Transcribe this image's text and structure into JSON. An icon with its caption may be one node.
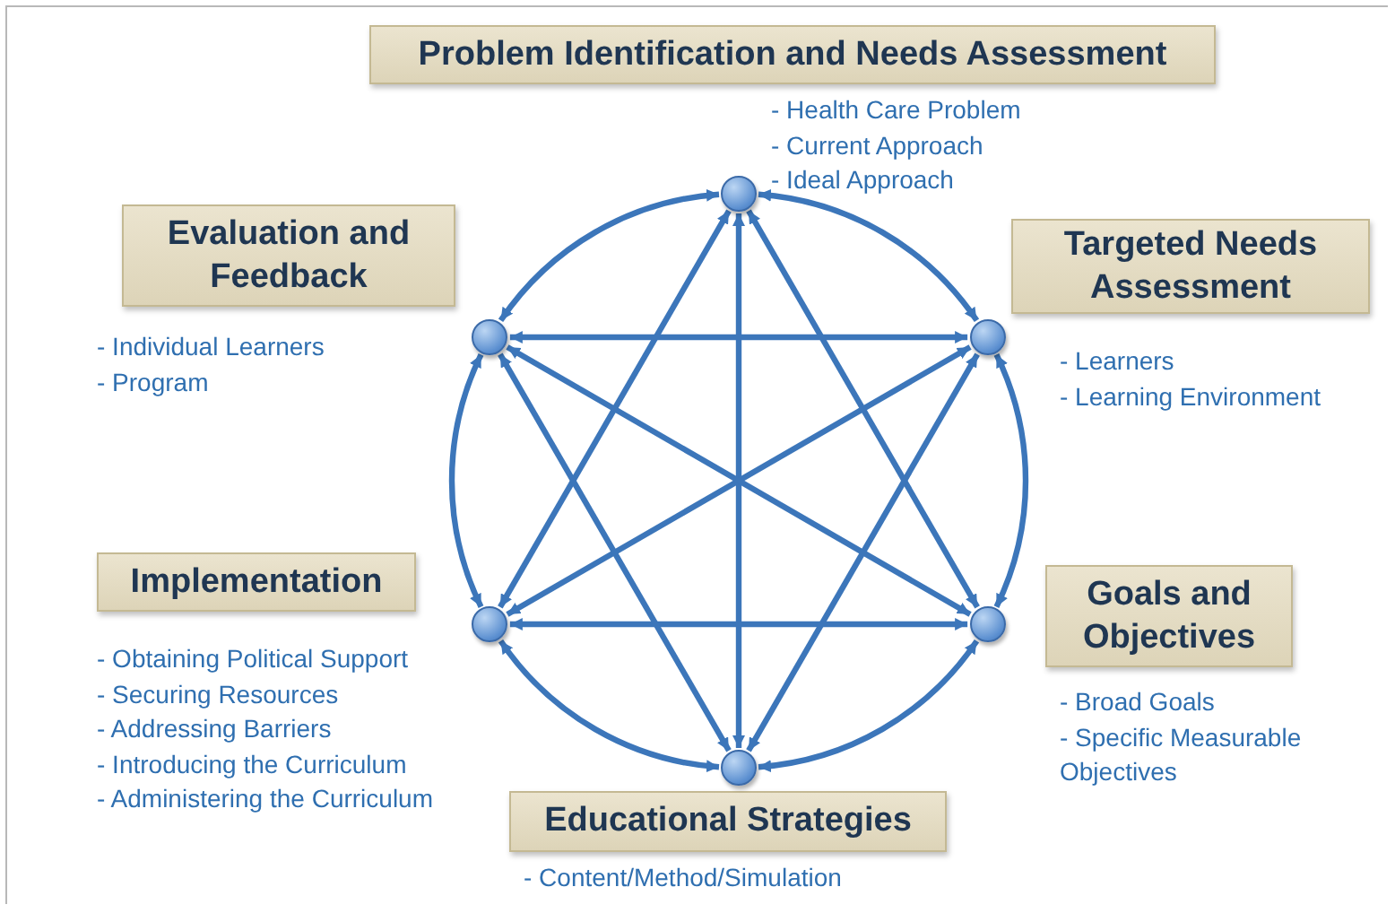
{
  "diagram": {
    "nodes": [
      {
        "text": [
          "Problem Identification and Needs Assessment"
        ],
        "beside": [
          "- Health Care Problem",
          "- Current Approach",
          "- Ideal Approach"
        ]
      },
      {
        "text": [
          "Evaluation and Feedback"
        ],
        "beside": [
          "- Individual Learners",
          "- Program"
        ]
      },
      {
        "text": [
          "Targeted Needs Assessment"
        ],
        "beside": [
          "- Learners",
          "- Learning Environment"
        ]
      },
      {
        "text": [
          "Implementation"
        ],
        "beside": [
          "- Obtaining Political Support",
          "- Securing Resources",
          "- Addressing Barriers",
          "- Introducing the Curriculum",
          "- Administering the Curriculum"
        ]
      },
      {
        "text": [
          "Goals and Objectives"
        ],
        "beside": [
          "- Broad Goals",
          "- Specific Measurable Objectives"
        ]
      },
      {
        "text": [
          "Educational Strategies"
        ],
        "beside": [
          "- Content/Method/Simulation"
        ]
      },
      {
        "text": [],
        "shape": "circle"
      },
      {
        "text": [],
        "shape": "circle"
      },
      {
        "text": [],
        "shape": "circle"
      },
      {
        "text": [],
        "shape": "circle"
      },
      {
        "text": [],
        "shape": "circle"
      },
      {
        "text": [],
        "shape": "circle"
      }
    ],
    "edges": [
      {
        "from": 6,
        "to": 8,
        "arrow": "both"
      },
      {
        "from": 8,
        "to": 10,
        "arrow": "both"
      },
      {
        "from": 10,
        "to": 11,
        "arrow": "both"
      },
      {
        "from": 11,
        "to": 9,
        "arrow": "both"
      },
      {
        "from": 9,
        "to": 7,
        "arrow": "both"
      },
      {
        "from": 7,
        "to": 6,
        "arrow": "both"
      },
      {
        "from": 6,
        "to": 10,
        "arrow": "both"
      },
      {
        "from": 6,
        "to": 11,
        "arrow": "both"
      },
      {
        "from": 6,
        "to": 9,
        "arrow": "both"
      },
      {
        "from": 8,
        "to": 11,
        "arrow": "both"
      },
      {
        "from": 8,
        "to": 9,
        "arrow": "both"
      },
      {
        "from": 8,
        "to": 7,
        "arrow": "both"
      },
      {
        "from": 10,
        "to": 9,
        "arrow": "both"
      },
      {
        "from": 10,
        "to": 7,
        "arrow": "both"
      },
      {
        "from": 11,
        "to": 7,
        "arrow": "both"
      }
    ]
  }
}
